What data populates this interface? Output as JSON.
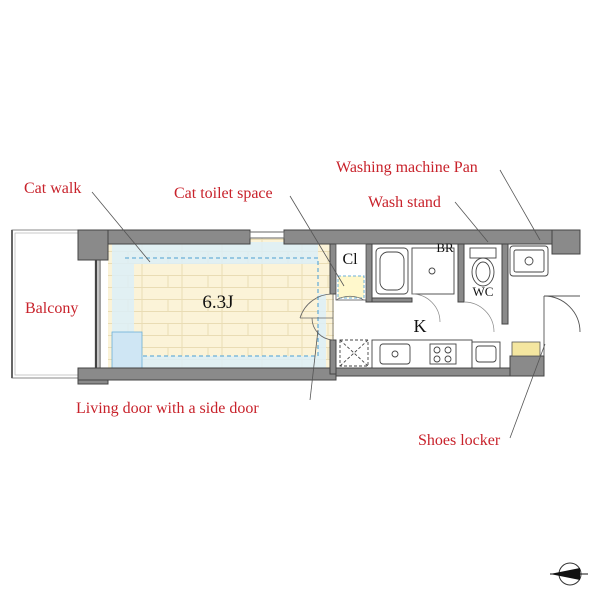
{
  "colors": {
    "wall": "#8a8a8a",
    "wall_edge": "#444444",
    "floor_wood": "#fbf3d8",
    "floor_grain": "#e9dcb4",
    "cat_walk_fill": "#dceef8",
    "cat_walk_outline": "#6bb0d8",
    "label_red": "#c8222b",
    "closet_fill": "#fff8cc",
    "shoes_fill": "#f4e6a0",
    "leader_line": "#555555"
  },
  "rooms": {
    "living": "6.3J",
    "closet": "Cl",
    "kitchen": "K",
    "bathroom": "BR",
    "toilet": "WC"
  },
  "callouts": {
    "cat_walk": "Cat walk",
    "cat_toilet": "Cat toilet space",
    "washing_pan": "Washing machine Pan",
    "wash_stand": "Wash stand",
    "balcony": "Balcony",
    "living_door": "Living door with a side door",
    "shoes_locker": "Shoes locker"
  },
  "icons": {
    "north_arrow": "north-arrow-icon"
  }
}
